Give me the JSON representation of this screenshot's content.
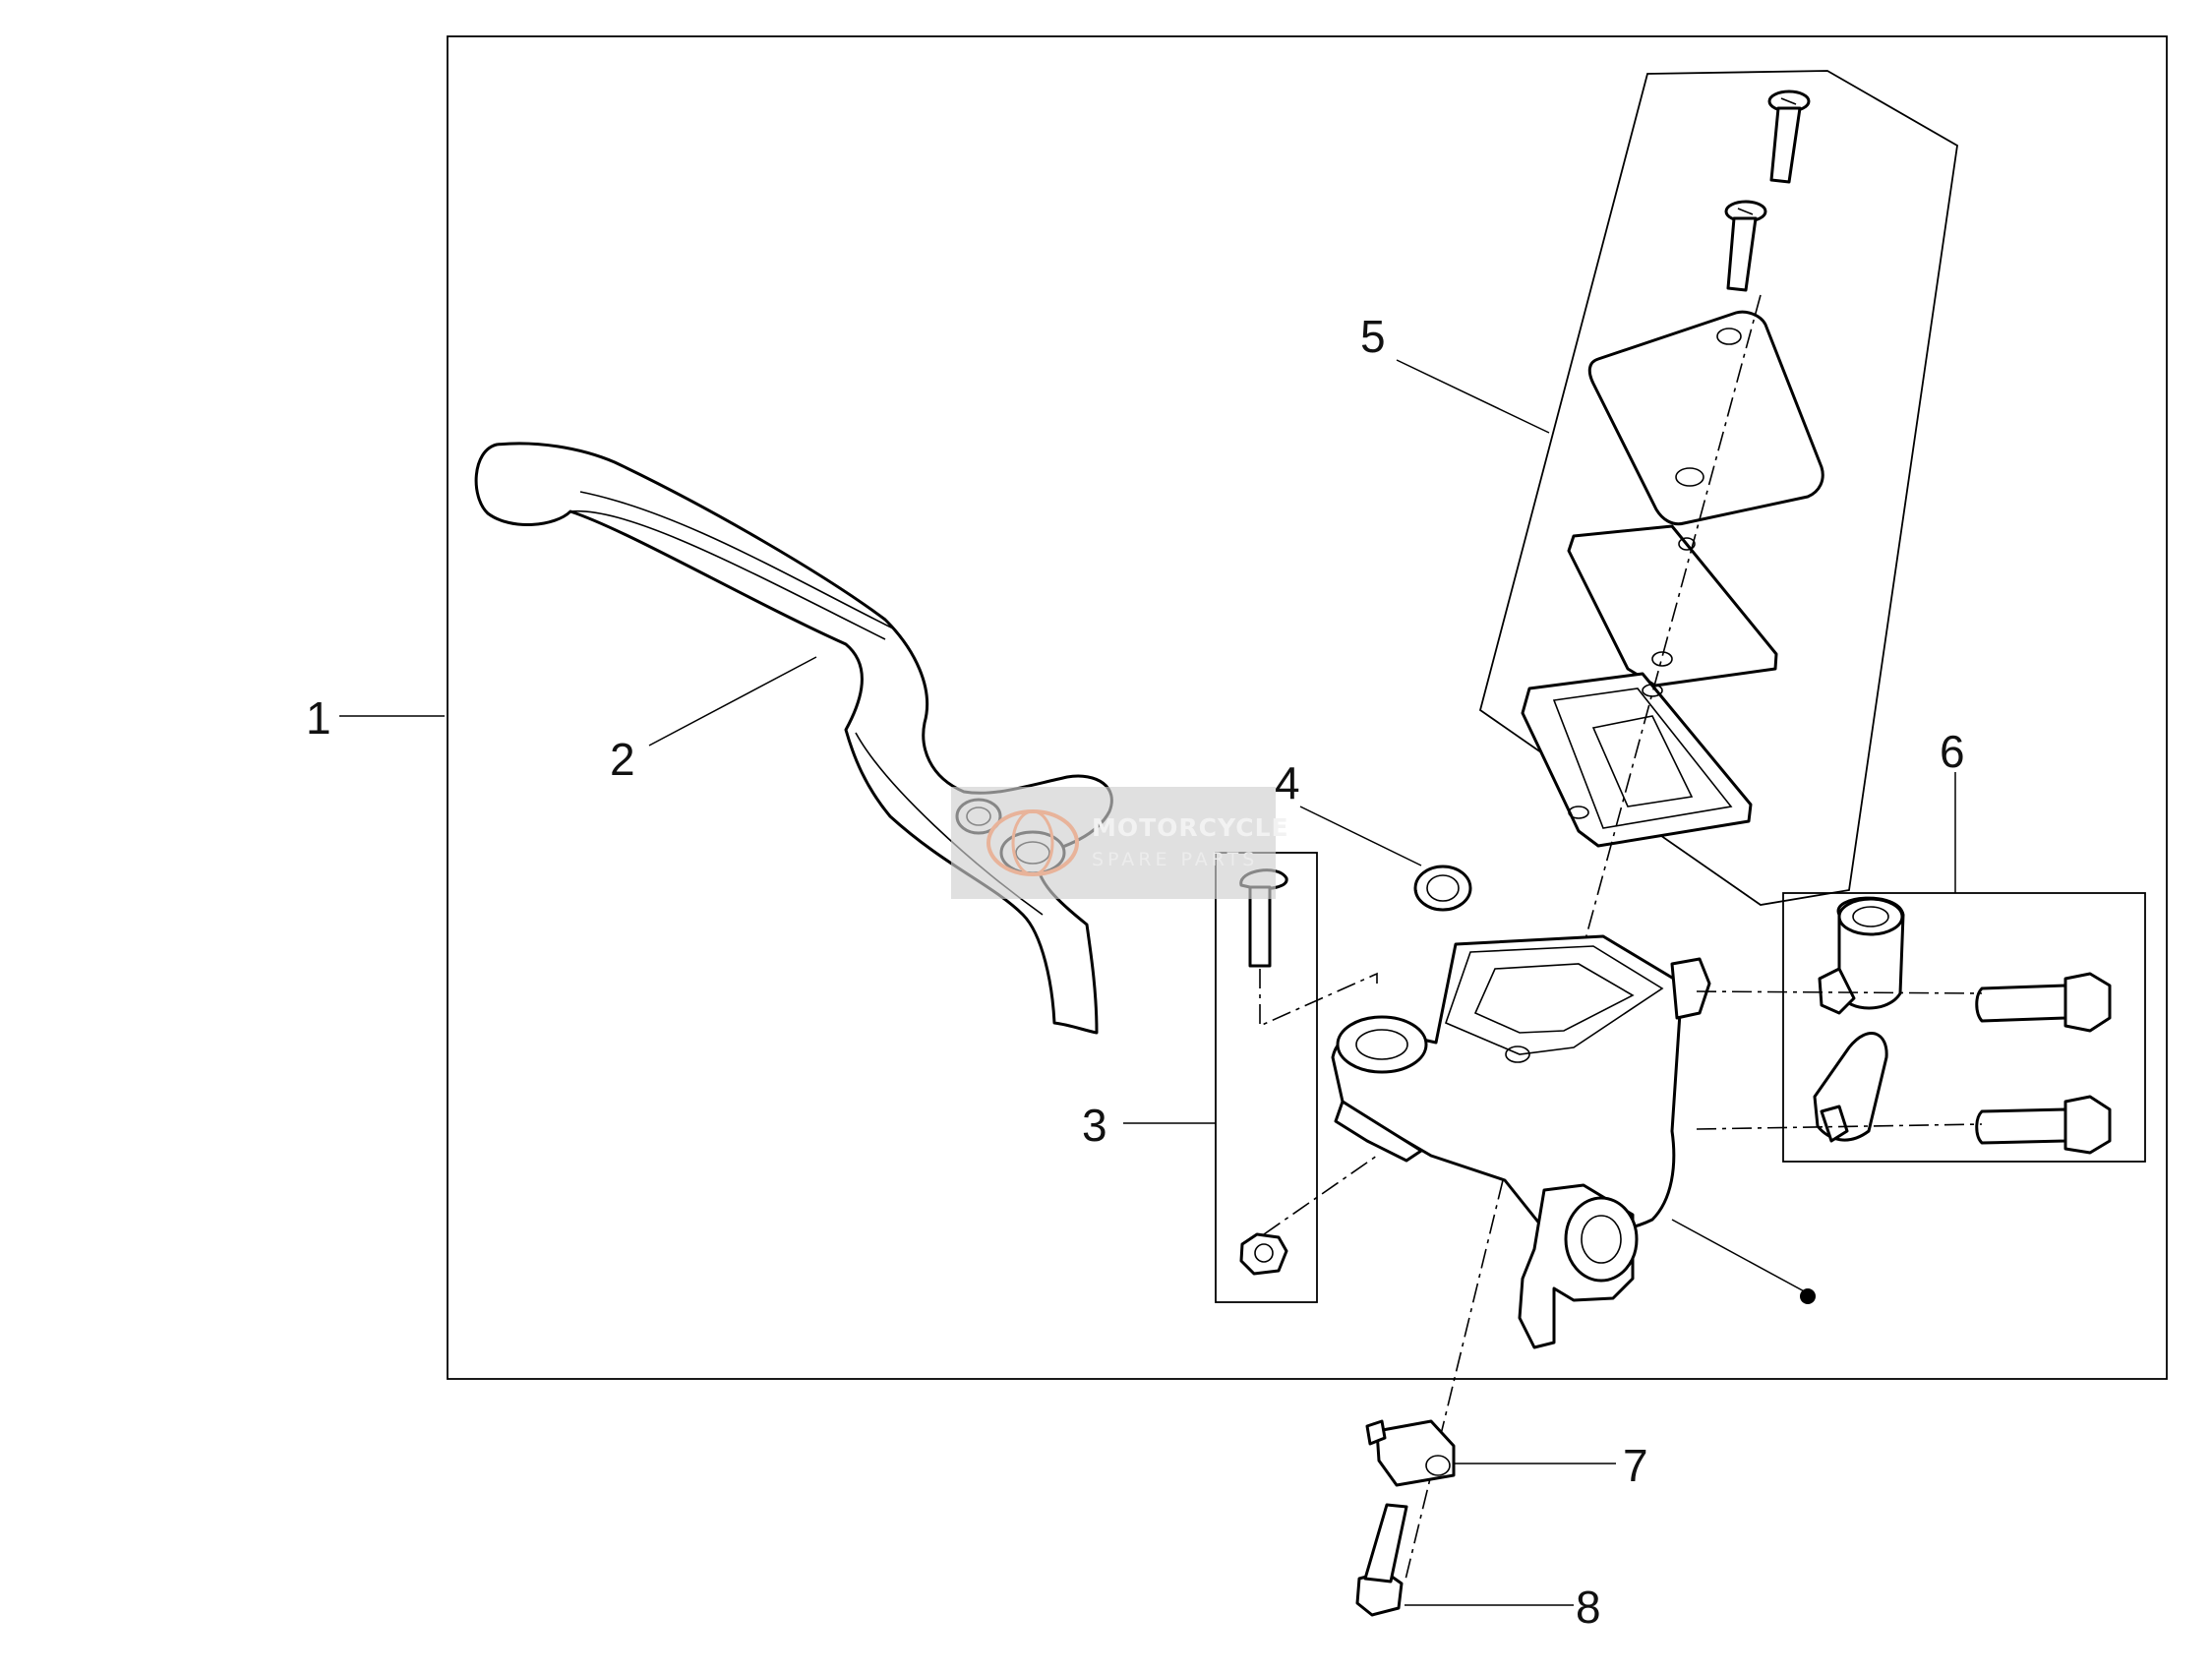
{
  "diagram": {
    "callouts": [
      {
        "id": "1",
        "label": "1"
      },
      {
        "id": "2",
        "label": "2"
      },
      {
        "id": "3",
        "label": "3"
      },
      {
        "id": "4",
        "label": "4"
      },
      {
        "id": "5",
        "label": "5"
      },
      {
        "id": "6",
        "label": "6"
      },
      {
        "id": "7",
        "label": "7"
      },
      {
        "id": "8",
        "label": "8"
      }
    ],
    "watermark": {
      "line1": "MOTORCYCLE",
      "line2": "SPARE PARTS",
      "globe_color": "#e8b39a"
    }
  }
}
